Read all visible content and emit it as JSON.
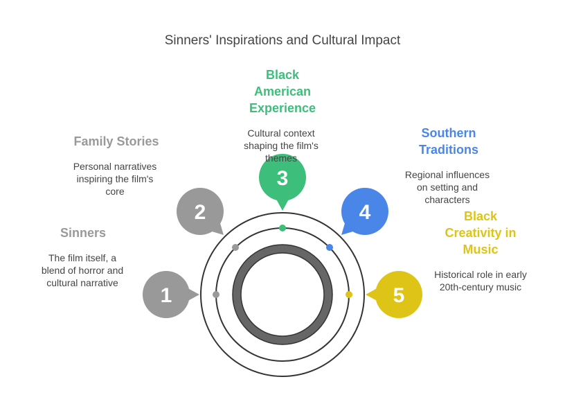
{
  "title": "Sinners' Inspirations and Cultural Impact",
  "items": [
    {
      "number": "1",
      "label": "Sinners",
      "description": "The film itself, a blend of horror and cultural narrative",
      "color": "#999999"
    },
    {
      "number": "2",
      "label": "Family Stories",
      "description": "Personal narratives inspiring the film's core",
      "color": "#999999"
    },
    {
      "number": "3",
      "label": "Black American Experience",
      "description": "Cultural context shaping the film's themes",
      "color": "#3DBE7A"
    },
    {
      "number": "4",
      "label": "Southern Traditions",
      "description": "Regional influences on setting and characters",
      "color": "#4A86E8"
    },
    {
      "number": "5",
      "label": "Black Creativity in Music",
      "description": "Historical role in early 20th-century music",
      "color": "#DDC417"
    }
  ],
  "ring_color": "#333333",
  "hub_color": "#666666"
}
